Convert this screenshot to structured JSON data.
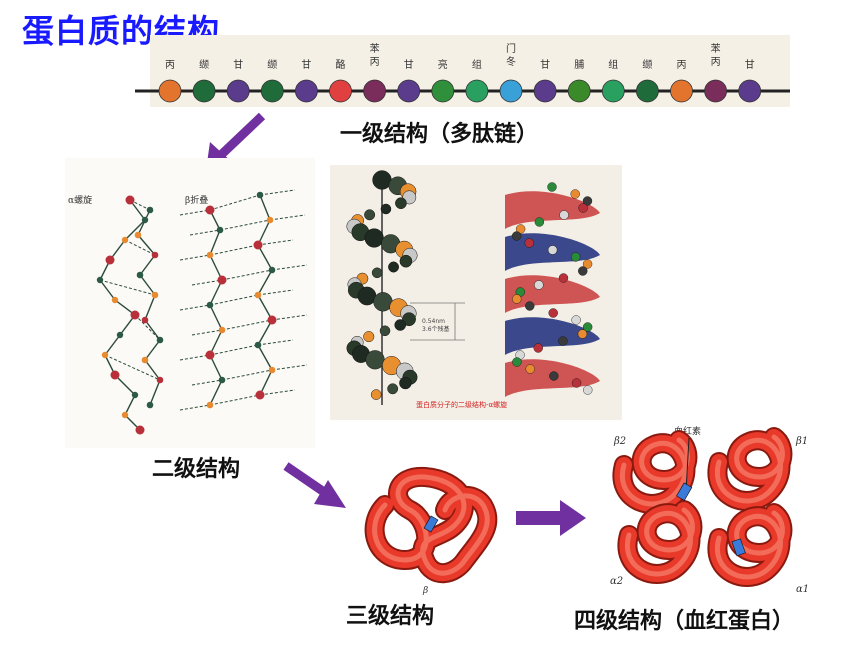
{
  "title": "蛋白质的结构",
  "primary": {
    "label": "一级结构（多肽链）",
    "amino_acids": [
      {
        "name": "丙",
        "color": "#e2742e"
      },
      {
        "name": "缬",
        "color": "#1f6b3a"
      },
      {
        "name": "甘",
        "color": "#5a3b8c"
      },
      {
        "name": "缬",
        "color": "#1f6b3a"
      },
      {
        "name": "甘",
        "color": "#5a3b8c"
      },
      {
        "name": "酪",
        "color": "#e04040"
      },
      {
        "name": "苯丙",
        "color": "#7a2d5a"
      },
      {
        "name": "甘",
        "color": "#5a3b8c"
      },
      {
        "name": "亮",
        "color": "#2f8f3a"
      },
      {
        "name": "组",
        "color": "#2aa060"
      },
      {
        "name": "门冬",
        "color": "#3aa0d8"
      },
      {
        "name": "甘",
        "color": "#5a3b8c"
      },
      {
        "name": "脯",
        "color": "#3a8a2a"
      },
      {
        "name": "组",
        "color": "#2aa060"
      },
      {
        "name": "缬",
        "color": "#1f6b3a"
      },
      {
        "name": "丙",
        "color": "#e2742e"
      },
      {
        "name": "苯丙",
        "color": "#7a2d5a"
      },
      {
        "name": "甘",
        "color": "#5a3b8c"
      }
    ]
  },
  "secondary": {
    "label": "二级结构",
    "alpha_label": "α螺旋",
    "beta_label": "β折叠",
    "photo_caption": "蛋白质分子的二级结构-α螺旋",
    "measure_text_1": "0.54nm",
    "measure_text_2": "3.6个残基"
  },
  "tertiary": {
    "label": "三级结构",
    "beta_label": "β"
  },
  "quaternary": {
    "label": "四级结构（血红蛋白）",
    "heme_label": "血红素",
    "subunits": [
      "β2",
      "β1",
      "α2",
      "α1"
    ]
  },
  "colors": {
    "title": "#1a1aff",
    "arrow": "#7030a0",
    "protein": "#e8392a"
  }
}
